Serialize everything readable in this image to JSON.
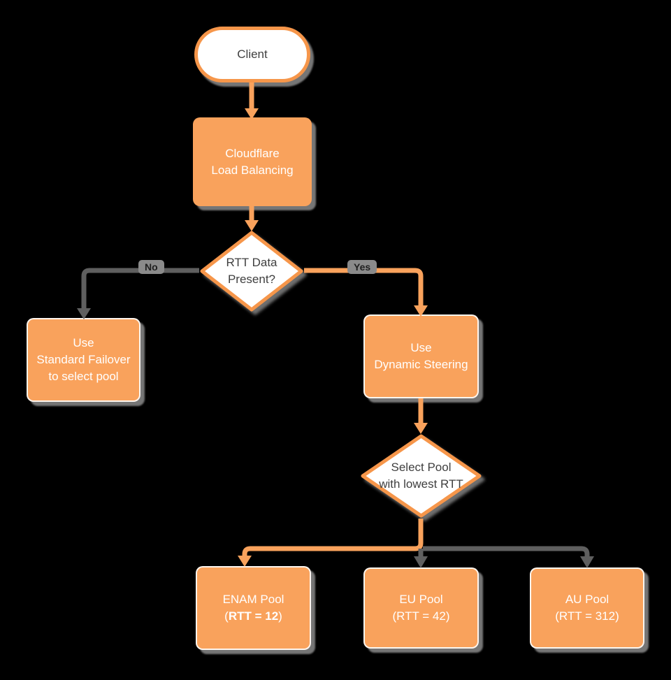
{
  "colors": {
    "orange": "#F9A25C",
    "border_orange": "#F6964A",
    "connector_gray": "#5F5F5F",
    "box_text": "#FFFFFF",
    "dark_text": "#3F3F3F",
    "background": "#000000",
    "shape_fill": "#FFFFFF",
    "label_bg": "#8A8A8A",
    "label_text": "#1F1F1F"
  },
  "nodes": {
    "client": {
      "label": "Client"
    },
    "load_balancing": {
      "line1": "Cloudflare",
      "line2": "Load Balancing"
    },
    "rtt_decision": {
      "line1": "RTT Data",
      "line2": "Present?"
    },
    "standard_failover": {
      "line1": "Use",
      "line2": "Standard Failover",
      "line3": "to select pool"
    },
    "dynamic_steering": {
      "line1": "Use",
      "line2": "Dynamic Steering"
    },
    "select_pool": {
      "line1": "Select Pool",
      "line2": "with lowest RTT"
    },
    "enam_pool": {
      "line1": "ENAM Pool",
      "line2_prefix": "(",
      "line2_bold": "RTT = 12",
      "line2_suffix": ")"
    },
    "eu_pool": {
      "line1": "EU Pool",
      "line2": "(RTT = 42)"
    },
    "au_pool": {
      "line1": "AU Pool",
      "line2": "(RTT = 312)"
    }
  },
  "edges": {
    "no_label": "No",
    "yes_label": "Yes"
  }
}
